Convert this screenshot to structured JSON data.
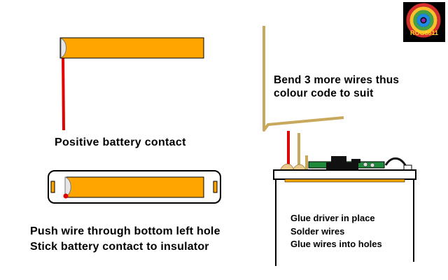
{
  "captions": {
    "positive_contact": "Positive battery contact",
    "bend_wires": [
      "Bend 3 more wires thus",
      "colour code to suit"
    ],
    "push_wire": [
      "Push wire through bottom left hole",
      "Stick battery contact to insulator"
    ],
    "glue_driver": [
      "Glue driver in place",
      "Solder wires",
      "Glue wires into holes"
    ]
  },
  "logo": {
    "text": "ROG8811"
  },
  "colors": {
    "battery_contact": "#ffa500",
    "wire_red": "#e00000",
    "wire_gold": "#c8a85c",
    "insulator": "#ffffff",
    "pcb_green": "#208a3c",
    "outline": "#000000"
  }
}
